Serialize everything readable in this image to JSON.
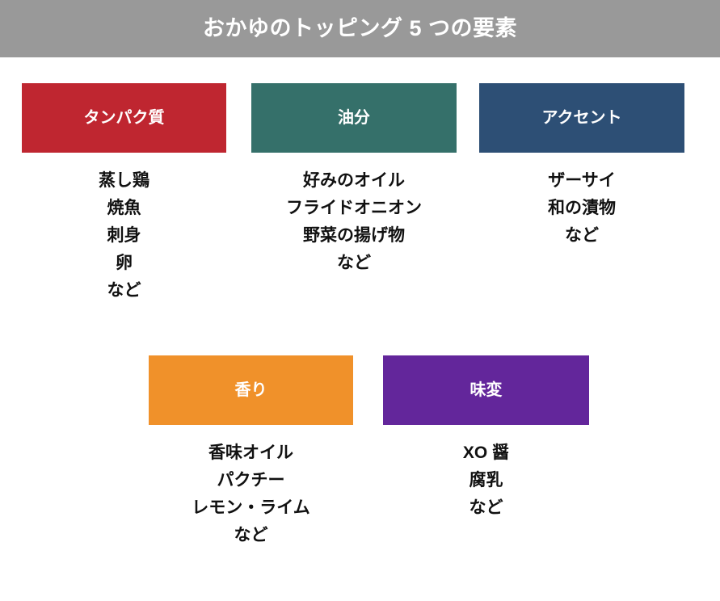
{
  "header": {
    "title": "おかゆのトッピング 5 つの要素",
    "background_color": "#999999",
    "text_color": "#ffffff"
  },
  "page": {
    "background_color": "#ffffff"
  },
  "groups": [
    {
      "key": "protein",
      "label": "タンパク質",
      "color": "#bf2630",
      "items": [
        "蒸し鶏",
        "焼魚",
        "刺身",
        "卵",
        "など"
      ]
    },
    {
      "key": "oil",
      "label": "油分",
      "color": "#35706a",
      "items": [
        "好みのオイル",
        "フライドオニオン",
        "野菜の揚げ物",
        "など"
      ]
    },
    {
      "key": "accent",
      "label": "アクセント",
      "color": "#2d4f75",
      "items": [
        "ザーサイ",
        "和の漬物",
        "など"
      ]
    },
    {
      "key": "aroma",
      "label": "香り",
      "color": "#f0912a",
      "items": [
        "香味オイル",
        "パクチー",
        "レモン・ライム",
        "など"
      ]
    },
    {
      "key": "flavor",
      "label": "味変",
      "color": "#63269b",
      "items": [
        "XO 醤",
        "腐乳",
        "など"
      ]
    }
  ]
}
